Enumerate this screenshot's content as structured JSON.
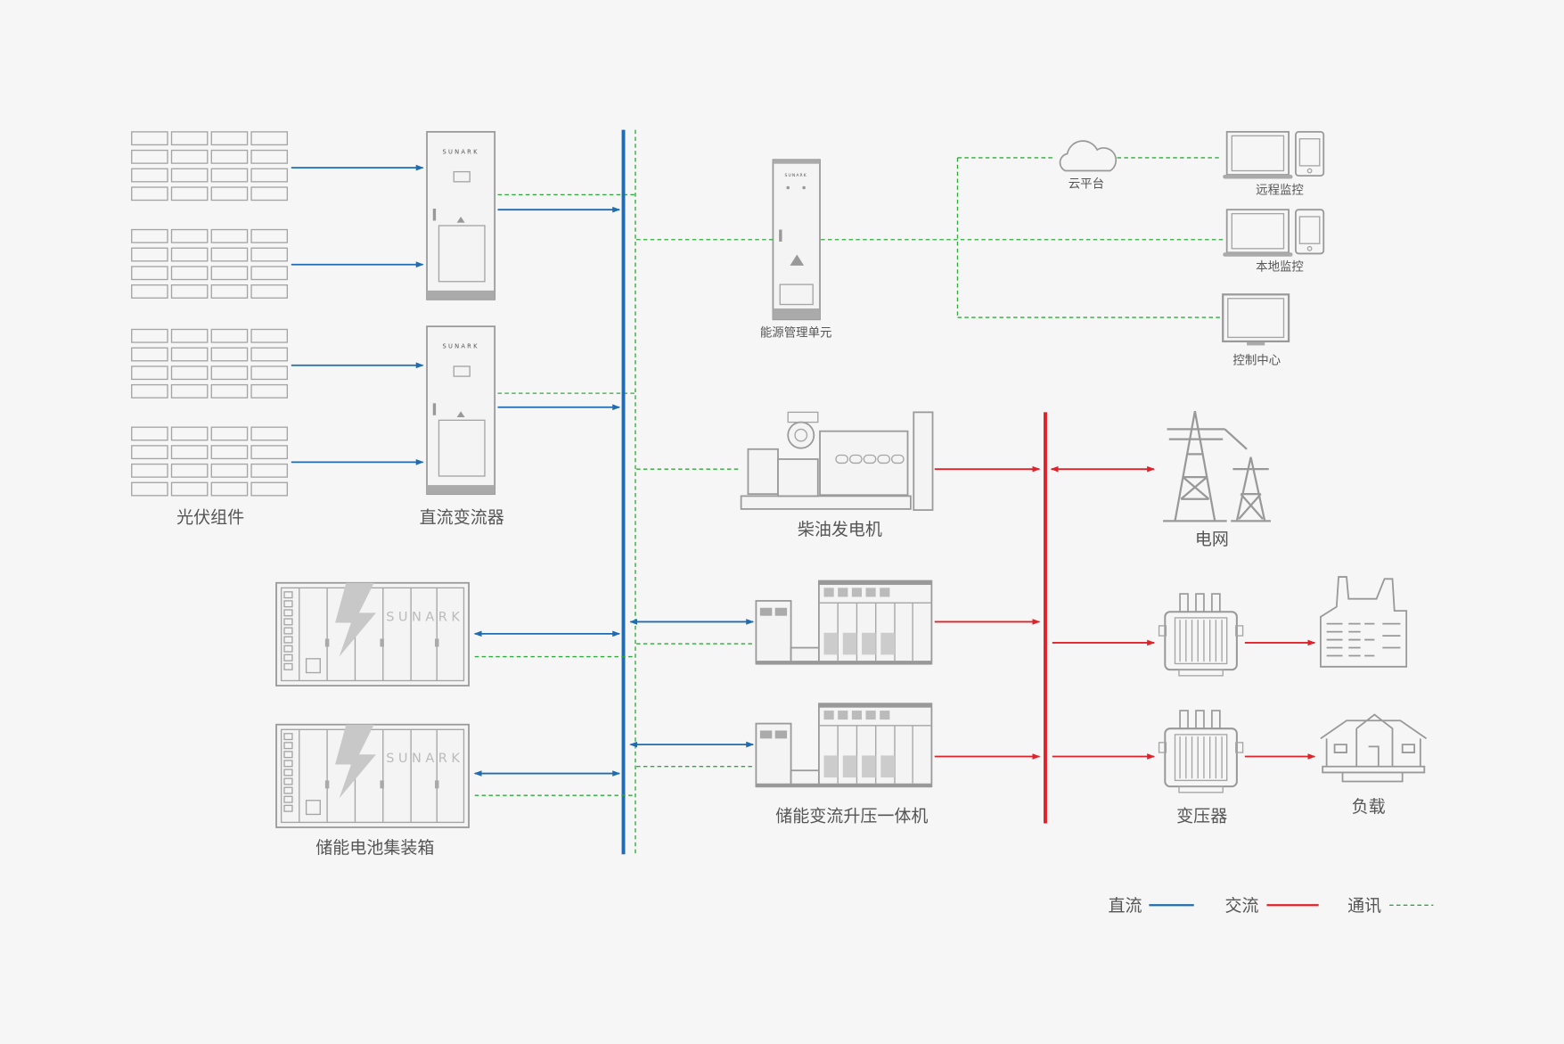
{
  "labels": {
    "pv": "光伏组件",
    "dc_converter": "直流变流器",
    "battery": "储能电池集装箱",
    "ems": "能源管理单元",
    "diesel": "柴油发电机",
    "pcs": "储能变流升压一体机",
    "grid": "电网",
    "transformer": "变压器",
    "load": "负载",
    "cloud": "云平台",
    "remote": "远程监控",
    "local": "本地监控",
    "control": "控制中心"
  },
  "brand": "SUNARK",
  "legend": [
    {
      "label": "直流",
      "color": "#1f6cb3",
      "style": "solid"
    },
    {
      "label": "交流",
      "color": "#e0232a",
      "style": "solid"
    },
    {
      "label": "通讯",
      "color": "#2eaa3a",
      "style": "dashed"
    }
  ],
  "colors": {
    "dc": "#1f6cb3",
    "ac": "#e0232a",
    "comm": "#2eaa3a",
    "equipment": "#9a9a9a"
  }
}
